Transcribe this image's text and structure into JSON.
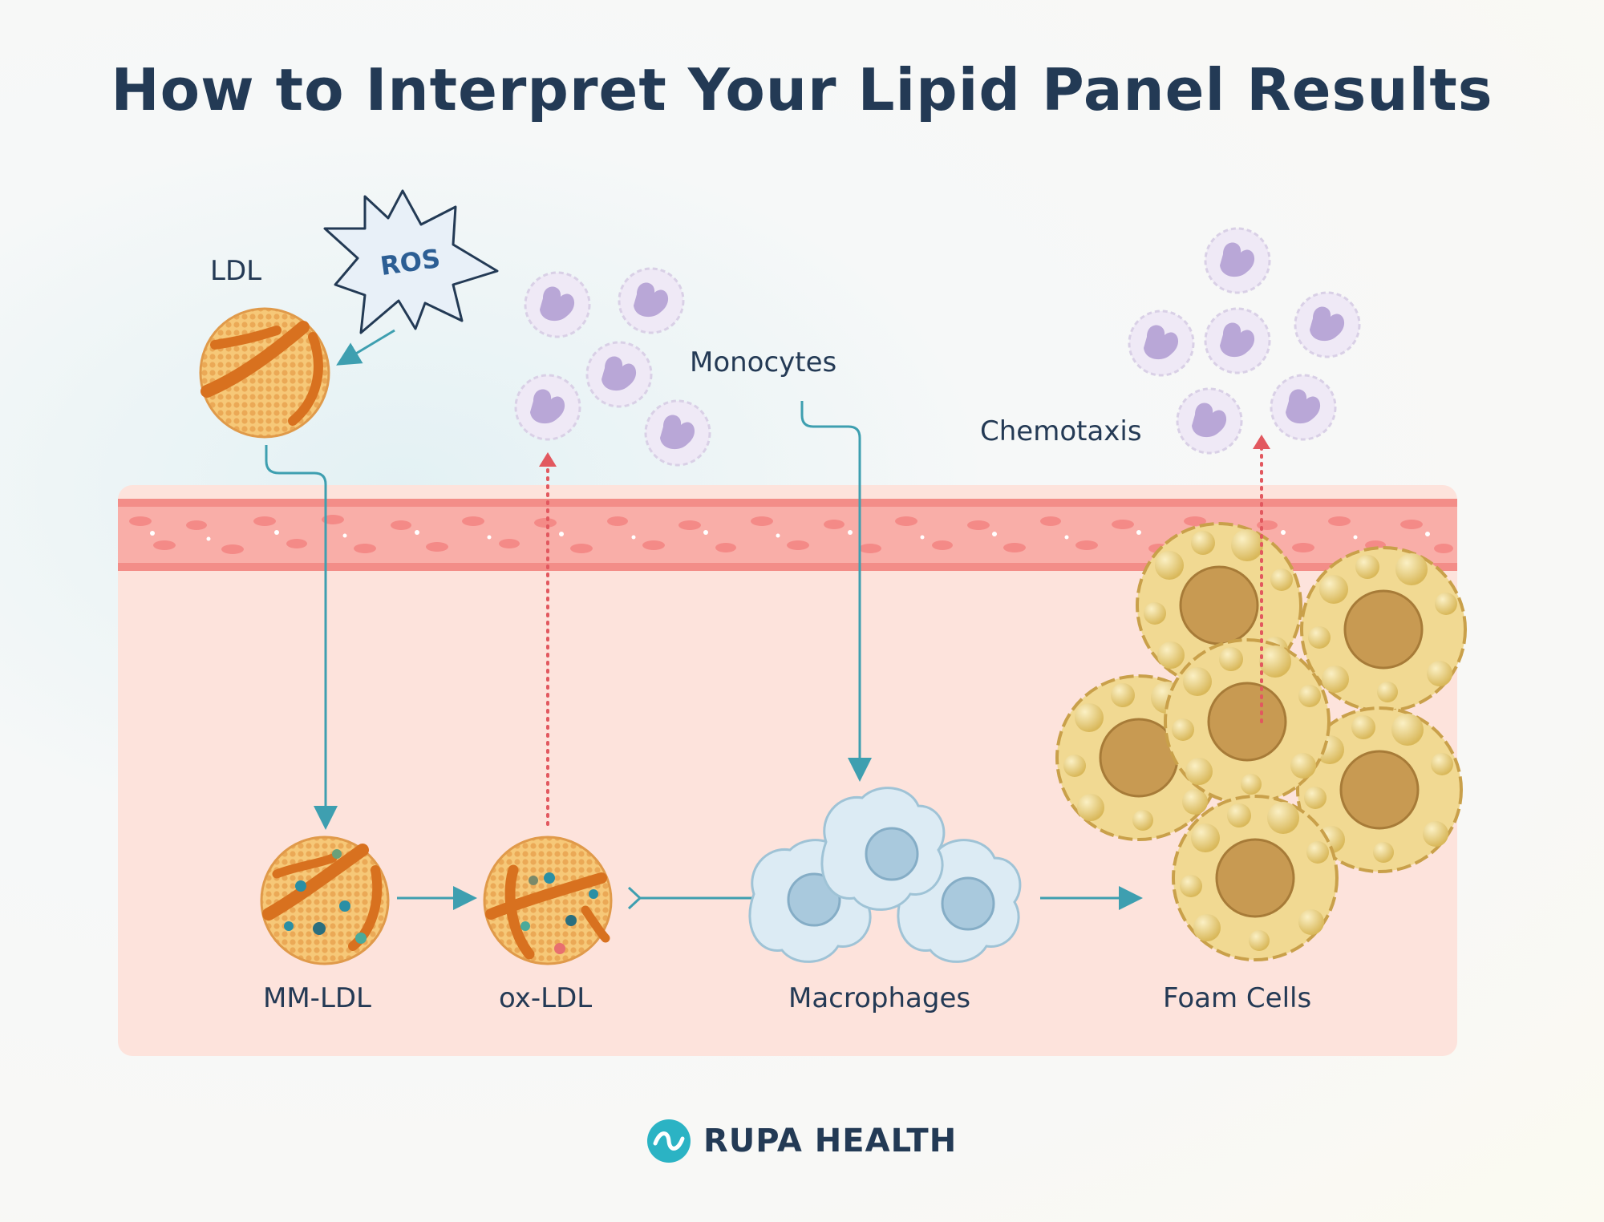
{
  "title": "How to Interpret Your Lipid Panel Results",
  "labels": {
    "ldl": "LDL",
    "ros": "ROS",
    "monocytes": "Monocytes",
    "chemotaxis": "Chemotaxis",
    "mm_ldl": "MM-LDL",
    "ox_ldl": "ox-LDL",
    "macrophages": "Macrophages",
    "foam_cells": "Foam Cells"
  },
  "brand": {
    "name": "RUPA HEALTH"
  },
  "colors": {
    "title": "#233a55",
    "arrow_teal": "#3e9fb0",
    "arrow_red": "#e2585f",
    "panel": "#fde3dc",
    "vessel_band": "#f8aaa6",
    "monocyte": "#efe9f6",
    "macrophage": "#dcebf4",
    "foam_cell": "#f1d992"
  }
}
